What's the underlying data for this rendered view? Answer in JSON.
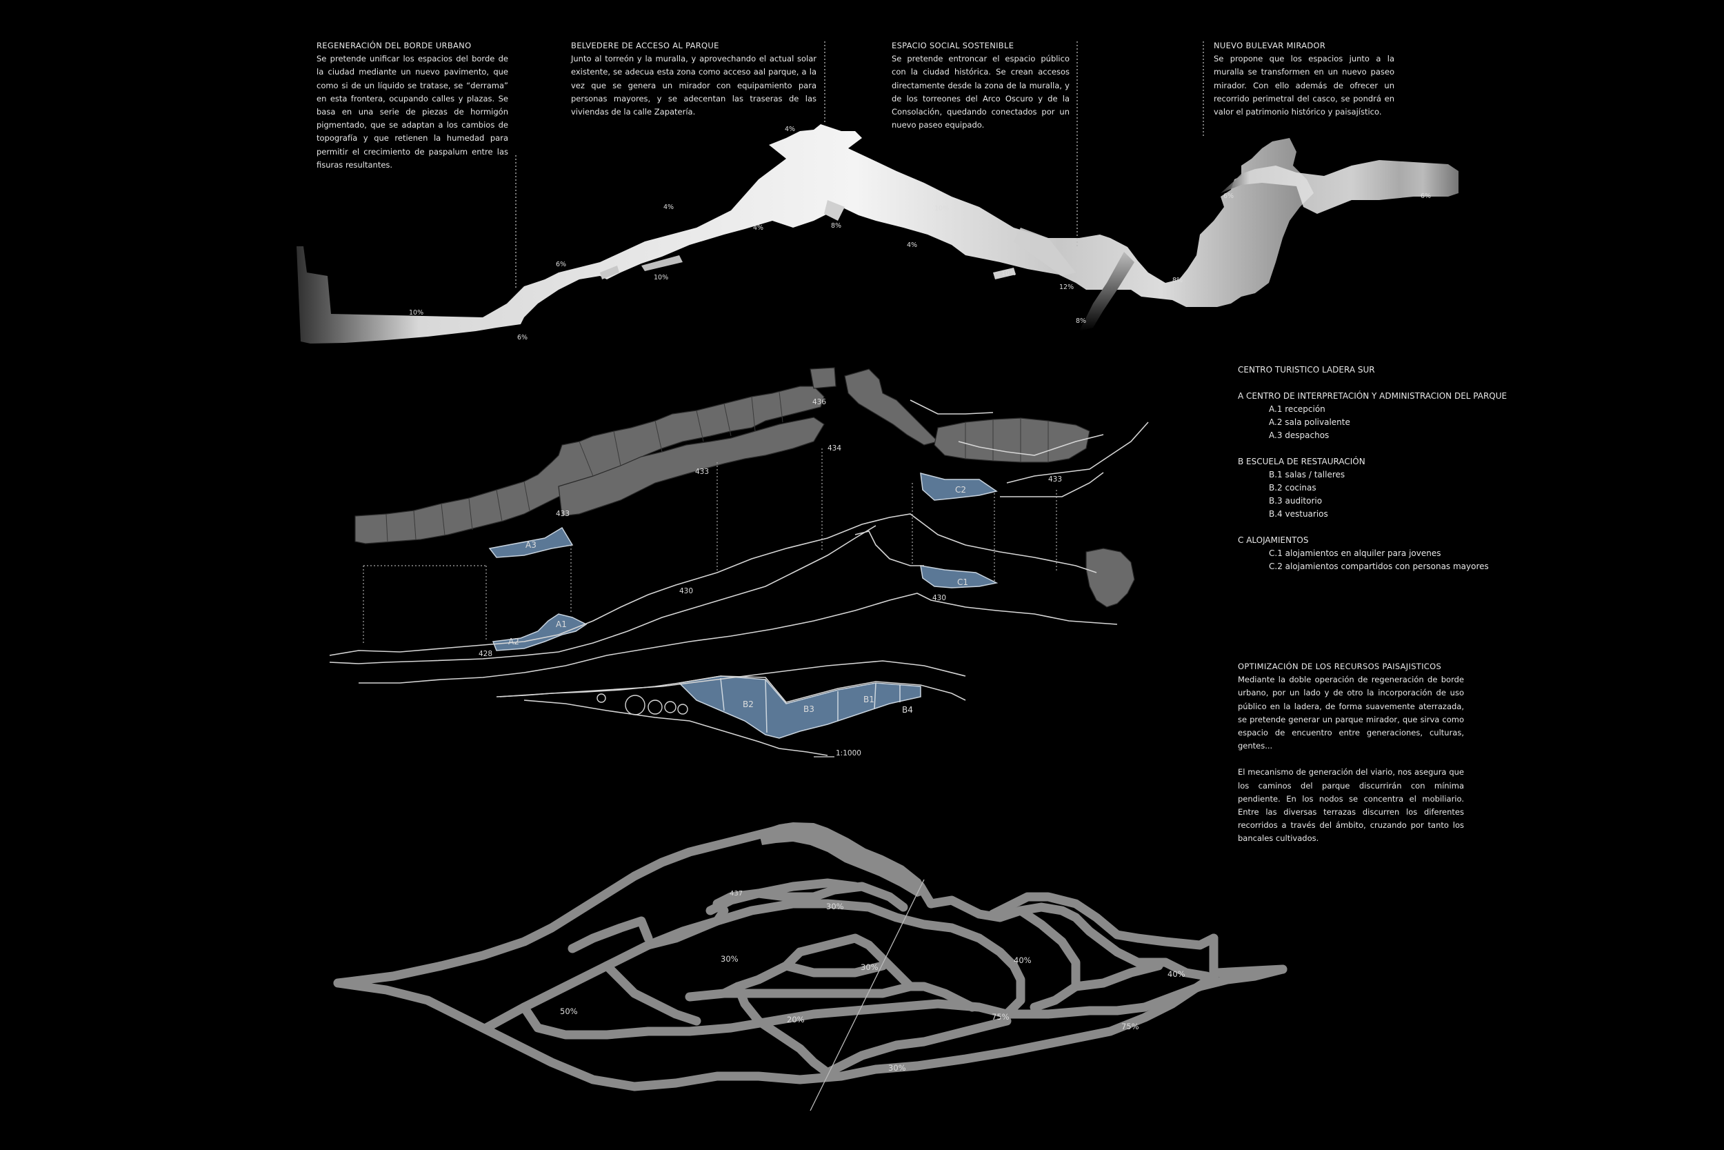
{
  "text_blocks": [
    {
      "title": "REGENERACIÓN DEL BORDE URBANO",
      "body": "Se pretende unificar los espacios del borde de la ciudad mediante un nuevo pavimento, que como si de un líquido se tratase, se “derrama” en esta frontera, ocupando calles y plazas. Se basa en una serie de piezas de hormigón pigmentado, que se adaptan a los cambios de topografía y que retienen la humedad para permitir el crecimiento de paspalum entre las fisuras resultantes."
    },
    {
      "title": "BELVEDERE DE ACCESO AL PARQUE",
      "body": " Junto al torreón y la muralla, y aprovechando el actual solar existente, se adecua esta zona como acceso aal parque, a la vez que se genera un mirador con equipamiento para personas mayores, y se adecentan las traseras de las viviendas de la calle Zapatería."
    },
    {
      "title": "ESPACIO SOCIAL SOSTENIBLE",
      "body": "Se pretende entroncar el espacio público con la ciudad histórica. Se crean accesos directamente desde la zona de la muralla, y de los torreones del Arco Oscuro y de la Consolación, quedando conectados por un nuevo paseo equipado."
    },
    {
      "title": "NUEVO BULEVAR MIRADOR",
      "body": "Se propone que los espacios junto a la muralla se transformen en un nuevo paseo mirador. Con ello además de ofrecer un recorrido perimetral del casco, se pondrá en valor el patrimonio histórico y paisajístico."
    }
  ],
  "top_slopes": [
    "4%",
    "4%",
    "4%",
    "8%",
    "10%",
    "4%",
    "6%",
    "10%",
    "10%",
    "6%",
    "12%",
    "8%",
    "8%",
    "6%",
    "6%"
  ],
  "legend": {
    "title": "CENTRO TURISTICO LADERA SUR",
    "sections": [
      {
        "label": "A CENTRO DE INTERPRETACIÓN Y ADMINISTRACION DEL PARQUE",
        "items": [
          "A.1 recepción",
          "A.2 sala polivalente",
          "A.3 despachos"
        ]
      },
      {
        "label": "B ESCUELA DE RESTAURACIÓN",
        "items": [
          "B.1 salas / talleres",
          "B.2 cocinas",
          "B.3 auditorio",
          "B.4 vestuarios"
        ]
      },
      {
        "label": "C ALOJAMIENTOS",
        "items": [
          "C.1 alojamientos en alquiler para jovenes",
          "C.2 alojamientos compartidos con personas mayores"
        ]
      }
    ]
  },
  "optimization": {
    "title": "OPTIMIZACIÓN DE LOS RECURSOS PAISAJISTICOS",
    "p1": "Mediante la doble operación de regeneración de borde urbano, por un lado y de otro la incorporación de uso público en la ladera, de forma suavemente aterrazada, se pretende generar un parque mirador, que sirva como espacio de encuentro entre generaciones, culturas, gentes...",
    "p2": "El mecanismo de generación del viario, nos asegura que los caminos del parque discurrirán con mínima pendiente. En los nodos se concentra el mobiliario. Entre las diversas terrazas discurren los diferentes recorridos a través del ámbito, cruzando por tanto los bancales cultivados."
  },
  "plan_levels": [
    "436",
    "434",
    "433",
    "433",
    "433",
    "430",
    "430",
    "428"
  ],
  "plan_units": [
    "A3",
    "A2",
    "A1",
    "C2",
    "C1",
    "B2",
    "B3",
    "B1",
    "B4"
  ],
  "scale_label": "1:1000",
  "bottom_level": "437",
  "bottom_slopes": [
    "30%",
    "30%",
    "30%",
    "40%",
    "40%",
    "50%",
    "20%",
    "75%",
    "75%",
    "30%"
  ],
  "colors": {
    "accent_blue": "#5b7896",
    "building_gray": "#6a6a6a",
    "path_gray": "#8a8a8a"
  }
}
